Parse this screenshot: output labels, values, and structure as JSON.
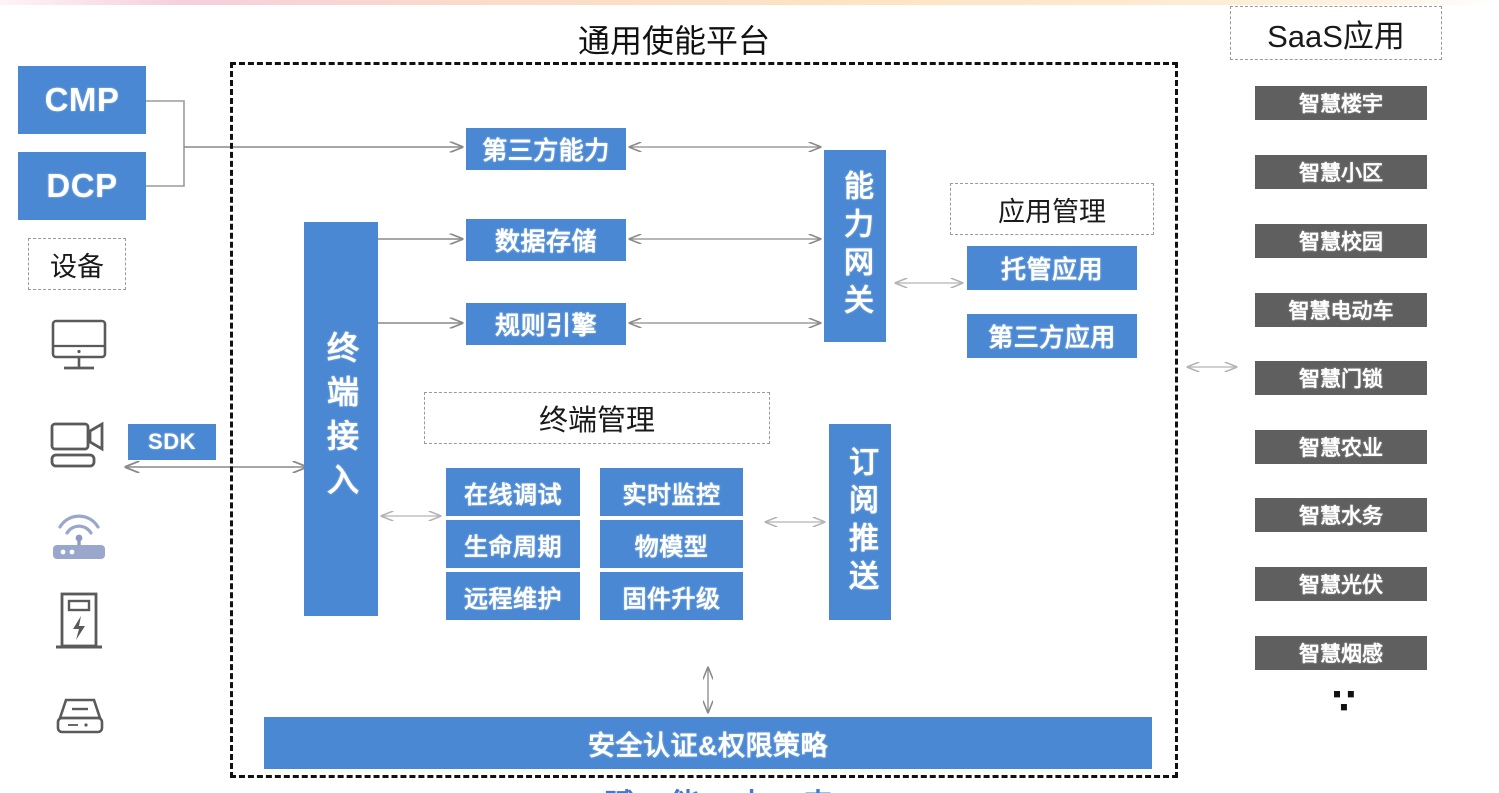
{
  "title": "通用使能平台",
  "colors": {
    "blue": "#4a88d3",
    "gray": "#5f5f5f",
    "border_dash": "#111111",
    "arrow": "#8a8a8a",
    "bottom_text": "#4a76c8"
  },
  "left_panel": {
    "cmp_label": "CMP",
    "dcp_label": "DCP",
    "device_label": "设备",
    "sdk_label": "SDK",
    "device_icons": [
      {
        "name": "monitor-icon",
        "label": "显示器"
      },
      {
        "name": "camera-icon",
        "label": "摄像头"
      },
      {
        "name": "router-icon",
        "label": "路由器"
      },
      {
        "name": "charging-pile-icon",
        "label": "充电桩"
      },
      {
        "name": "gateway-box-icon",
        "label": "网关盒子"
      }
    ]
  },
  "platform": {
    "terminal_access_label": "终端接入",
    "capability_gateway_label": "能力网关",
    "subscription_push_label": "订阅推送",
    "capabilities": [
      {
        "label": "第三方能力"
      },
      {
        "label": "数据存储"
      },
      {
        "label": "规则引擎"
      }
    ],
    "terminal_management": {
      "title": "终端管理",
      "left_column": [
        "在线调试",
        "生命周期",
        "远程维护"
      ],
      "right_column": [
        "实时监控",
        "物模型",
        "固件升级"
      ]
    },
    "app_management": {
      "title": "应用管理",
      "items": [
        "托管应用",
        "第三方应用"
      ]
    },
    "security_bar": "安全认证&权限策略"
  },
  "saas": {
    "title": "SaaS应用",
    "items": [
      "智慧楼宇",
      "智慧小区",
      "智慧校园",
      "智慧电动车",
      "智慧门锁",
      "智慧农业",
      "智慧水务",
      "智慧光伏",
      "智慧烟感"
    ],
    "ellipsis": "∵"
  },
  "footer_partial": "赋 能 未 来"
}
